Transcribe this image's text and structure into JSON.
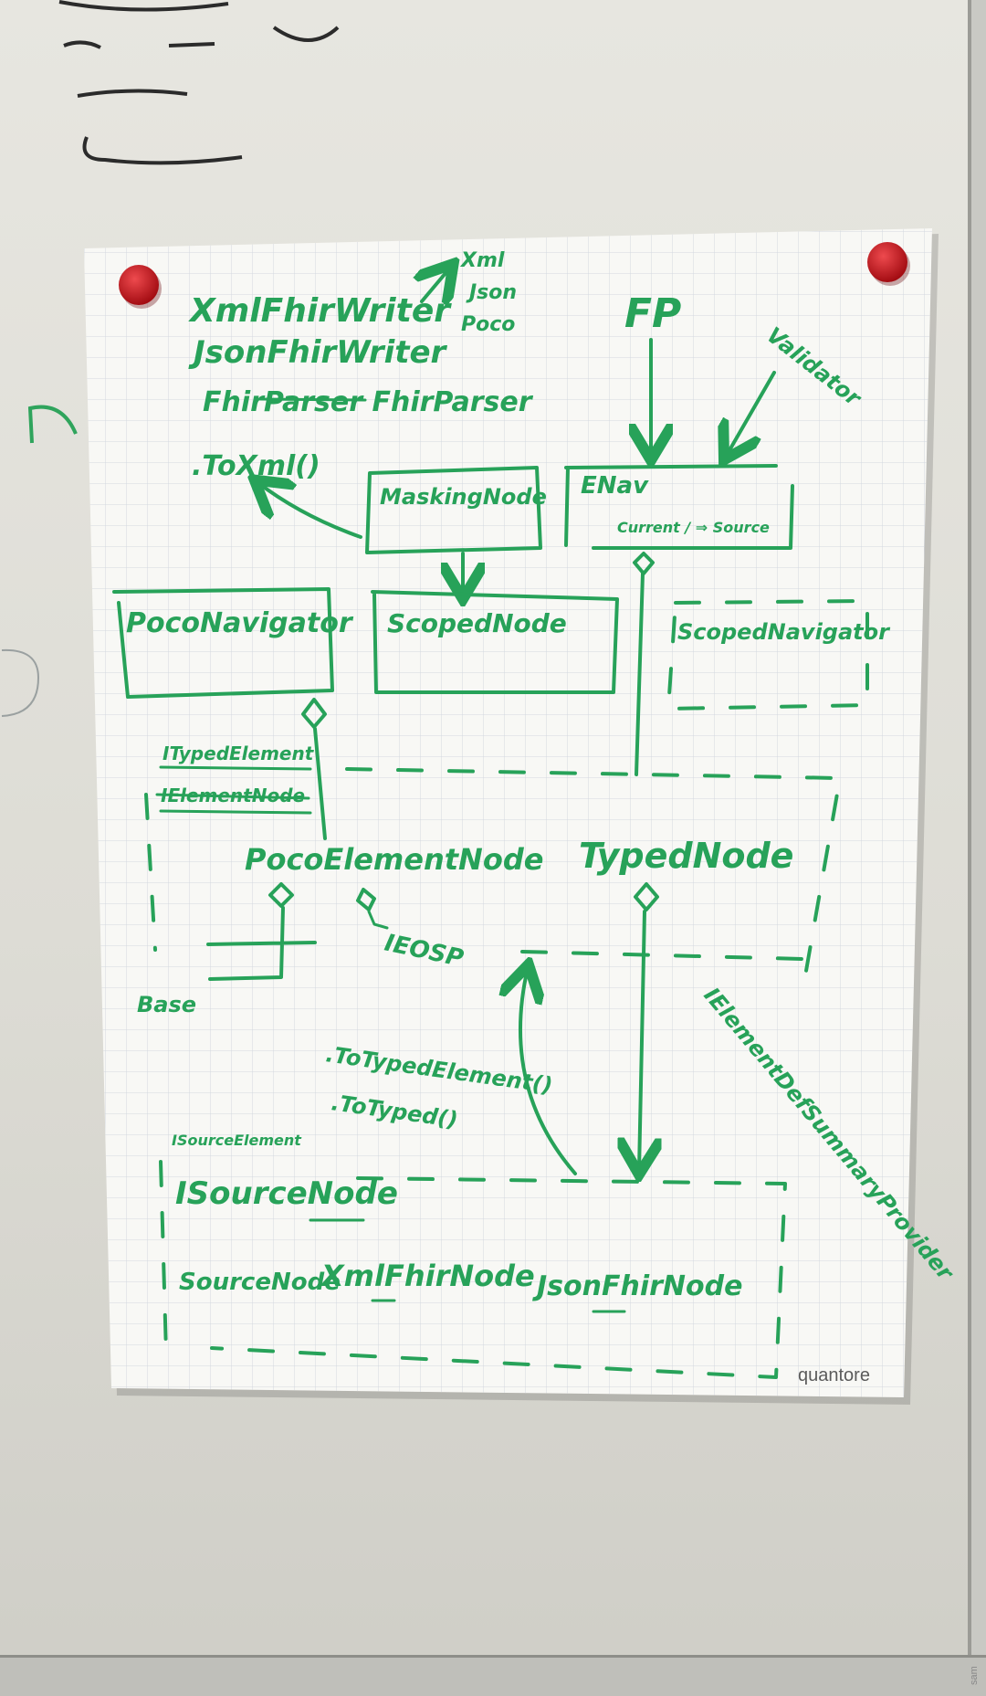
{
  "paper": {
    "brand": "quantore",
    "labels": {
      "xml_writer": "XmlFhirWriter",
      "json_writer": "JsonFhirWriter",
      "parser": "FhirParser FhirParser",
      "formats": [
        "Xml",
        "Json",
        "Poco"
      ],
      "fp": "FP",
      "validator": "Validator",
      "to_xml": ".ToXml()",
      "masking_node": "MaskingNode",
      "enav": "ENav",
      "enav_sub": "Current / ⇒ Source",
      "poco_navigator": "PocoNavigator",
      "scoped_node": "ScopedNode",
      "scoped_navigator": "ScopedNavigator",
      "itypedelement": "ITypedElement",
      "ielementnode": "IElementNode",
      "poco_element_node": "PocoElementNode",
      "typed_node": "TypedNode",
      "iexposp": "IEOSP",
      "base": "Base",
      "item_summary": "IElementDefSummaryProvider",
      "to_typed_element": ".ToTypedElement()",
      "to_typed": ".ToTyped()",
      "isource_element": "ISourceElement",
      "isource_node": "ISourceNode",
      "source_node": "SourceNode",
      "xml_fhir_node": "XmlFhirNode",
      "json_fhir_node": "JsonFhirNode"
    }
  },
  "colors": {
    "marker": "#27a259",
    "magnet": "#c8151c",
    "paper": "#f8f8f5",
    "grid": "#d3d8de"
  },
  "side_label": "sam"
}
